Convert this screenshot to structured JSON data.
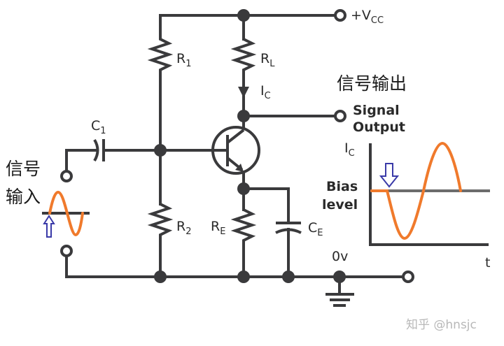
{
  "title": "Common-emitter transistor amplifier circuit",
  "labels": {
    "vcc": "+V",
    "vcc_sub": "CC",
    "r1": "R",
    "r1_sub": "1",
    "r2": "R",
    "r2_sub": "2",
    "rl": "R",
    "rl_sub": "L",
    "re": "R",
    "re_sub": "E",
    "c1": "C",
    "c1_sub": "1",
    "ce": "C",
    "ce_sub": "E",
    "ic": "I",
    "ic_sub": "C",
    "ground": "0v",
    "signal_output_line1": "Signal",
    "signal_output_line2": "Output",
    "signal_output_cn": "信号输出",
    "signal_input_cn_line1": "信号",
    "signal_input_cn_line2": "输入",
    "graph_y_label": "I",
    "graph_y_sub": "C",
    "graph_x_label": "t",
    "bias_line1": "Bias",
    "bias_line2": "level",
    "watermark": "知乎 @hnsjc"
  },
  "colors": {
    "wire": "#3a3a3c",
    "signal": "#f07a2c",
    "arrow": "#3a3aa8",
    "bias": "#6c6c6c"
  }
}
